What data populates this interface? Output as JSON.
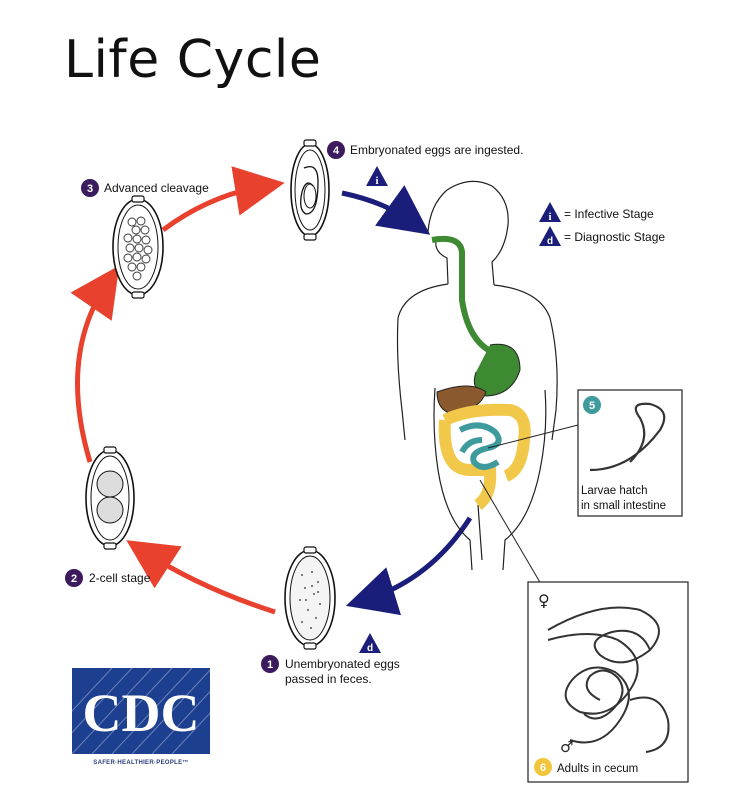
{
  "title": "Life Cycle",
  "stages": {
    "s1": {
      "num": "1",
      "line1": "Unembryonated eggs",
      "line2": "passed in feces."
    },
    "s2": {
      "num": "2",
      "text": "2-cell stage"
    },
    "s3": {
      "num": "3",
      "text": "Advanced cleavage"
    },
    "s4": {
      "num": "4",
      "text": "Embryonated eggs are ingested."
    },
    "s5": {
      "num": "5",
      "line1": "Larvae hatch",
      "line2": "in small intestine"
    },
    "s6": {
      "num": "6",
      "text": "Adults in cecum"
    }
  },
  "legend": {
    "infective": {
      "symbol": "i",
      "text": "= Infective Stage"
    },
    "diagnostic": {
      "symbol": "d",
      "text": "= Diagnostic Stage"
    }
  },
  "markers": {
    "infective": "i",
    "diagnostic": "d"
  },
  "sex_symbols": {
    "female": "♀",
    "male": "♂"
  },
  "logo": {
    "letters": "CDC",
    "tagline": "SAFER·HEALTHIER·PEOPLE™"
  },
  "colors": {
    "red_arrow": "#e8422f",
    "blue_arrow": "#1a1e7a",
    "stage_badge": "#3b1a5e",
    "larvae_badge": "#3f9a9e",
    "adult_badge": "#f3c53a",
    "esophagus": "#3e8a32",
    "liver": "#8a5a2e",
    "colon": "#f2c84a",
    "small_intestine": "#3f9a9e",
    "cdc_blue": "#1d3f8f"
  }
}
